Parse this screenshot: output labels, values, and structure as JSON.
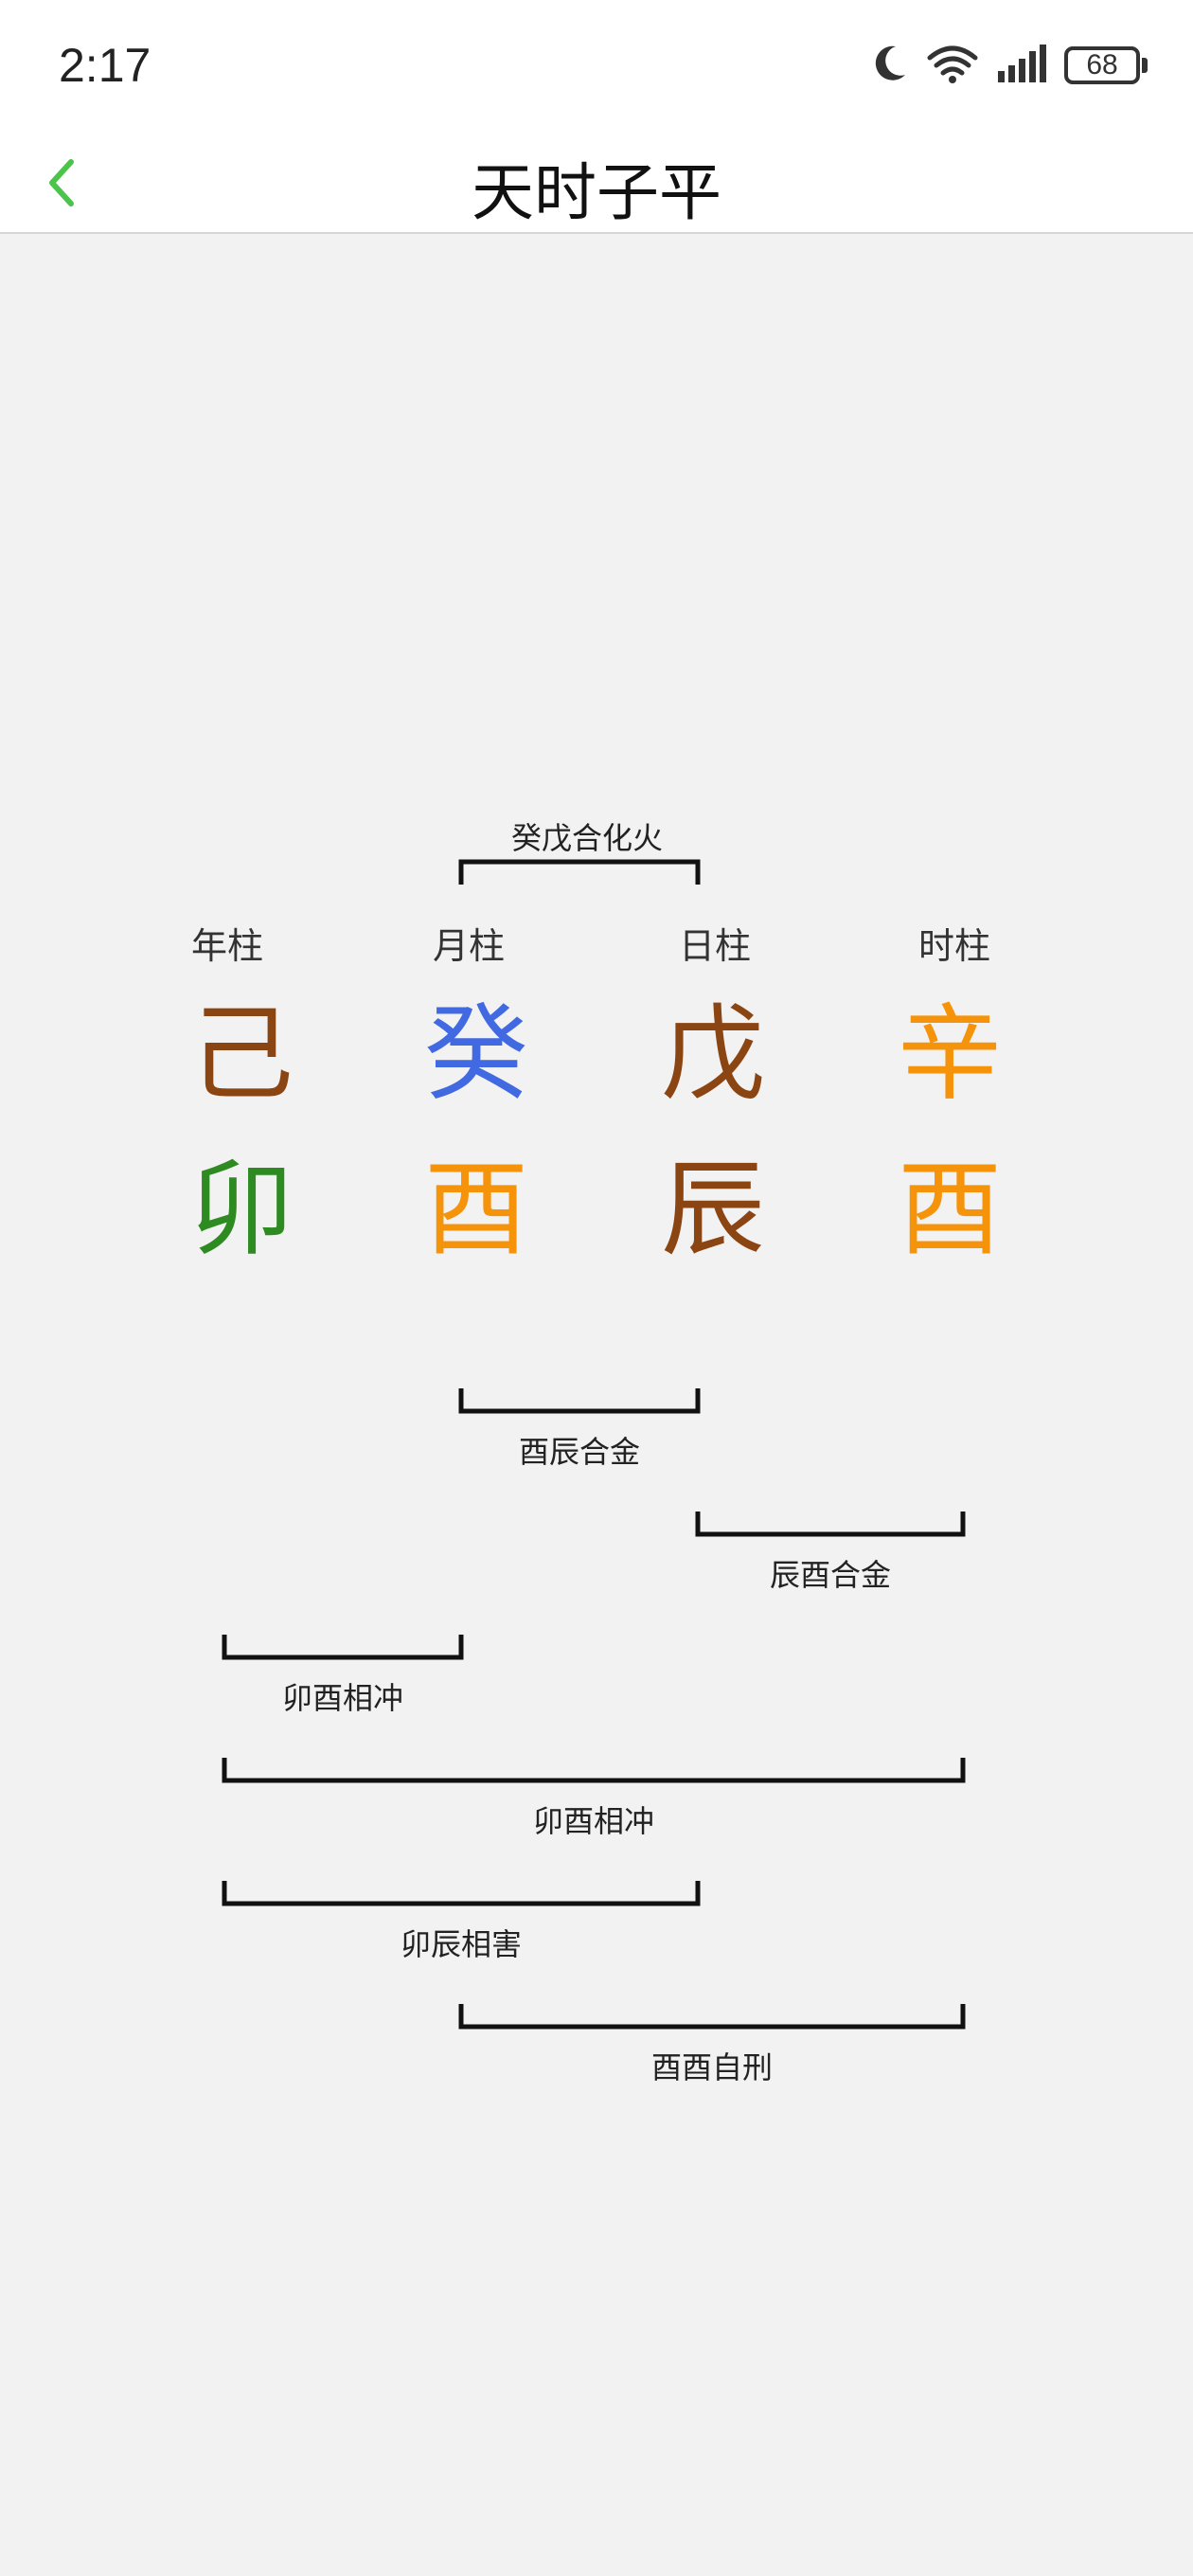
{
  "status_bar": {
    "time": "2:17",
    "battery": "68",
    "icons": [
      "moon-icon",
      "wifi-icon",
      "signal-icon",
      "battery-icon"
    ]
  },
  "nav": {
    "title": "天时子平",
    "back_icon": "chevron-left-icon",
    "accent_color": "#4cc44c"
  },
  "pillars": [
    {
      "label": "年柱",
      "stem": "己",
      "stem_color": "#8b4513",
      "branch": "卯",
      "branch_color": "#2e8b22"
    },
    {
      "label": "月柱",
      "stem": "癸",
      "stem_color": "#4169e1",
      "branch": "酉",
      "branch_color": "#f5930a"
    },
    {
      "label": "日柱",
      "stem": "戊",
      "stem_color": "#8b4513",
      "branch": "辰",
      "branch_color": "#8b4513"
    },
    {
      "label": "时柱",
      "stem": "辛",
      "stem_color": "#f5930a",
      "branch": "酉",
      "branch_color": "#f5930a"
    }
  ],
  "stem_relations": [
    {
      "label": "癸戊合化火",
      "from": 1,
      "to": 2
    }
  ],
  "branch_relations": [
    {
      "label": "酉辰合金",
      "from": 1,
      "to": 2
    },
    {
      "label": "辰酉合金",
      "from": 2,
      "to": 3
    },
    {
      "label": "卯酉相冲",
      "from": 0,
      "to": 1
    },
    {
      "label": "卯酉相冲",
      "from": 0,
      "to": 3
    },
    {
      "label": "卯辰相害",
      "from": 0,
      "to": 2
    },
    {
      "label": "酉酉自刑",
      "from": 1,
      "to": 3
    }
  ]
}
